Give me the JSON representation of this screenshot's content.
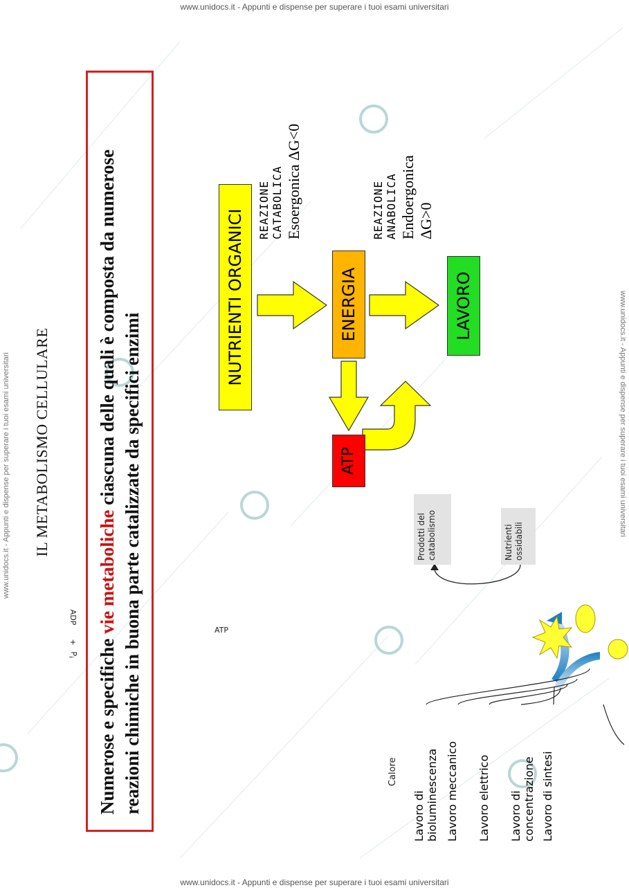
{
  "watermark": {
    "banner": "www.unidocs.it - Appunti e dispense per superare i tuoi esami universitari"
  },
  "title": "IL METABOLISMO CELLULARE",
  "intro": {
    "before": "Numerose e specifiche ",
    "highlight": "vie metaboliche",
    "after": " ciascuna delle quali è composta da numerose reazioni chimiche in buona parte catalizzate da specifici enzimi"
  },
  "diagram": {
    "nutrients": "NUTRIENTI ORGANICI",
    "energy": "ENERGIA",
    "work": "LAVORO",
    "atp": "ATP",
    "catabolic": {
      "type": "REAZIONE CATABOLICA",
      "desc": "Esoergonica ΔG<0"
    },
    "anabolic": {
      "type": "REAZIONE ANABOLICA",
      "desc": "Endoergonica ΔG>0"
    }
  },
  "cycle": {
    "products": "Prodotti del catabolismo",
    "nutrients": "Nutrienti ossidabili",
    "atp": "ATP",
    "adp": "ADP",
    "plus": "+",
    "pi": "P",
    "pi_sub": "i",
    "works": [
      "Lavoro di sintesi",
      "Lavoro di concentrazione",
      "Lavoro elettrico",
      "Lavoro meccanico",
      "Lavoro di bioluminescenza"
    ],
    "heat": "Calore"
  },
  "colors": {
    "highlight": "#cc1111",
    "frame": "#d42020",
    "yellow": "#ffff00",
    "orange": "#ffb400",
    "green": "#22dd22",
    "red": "#ff0000",
    "cycle_blue": "#1a7fc1"
  }
}
